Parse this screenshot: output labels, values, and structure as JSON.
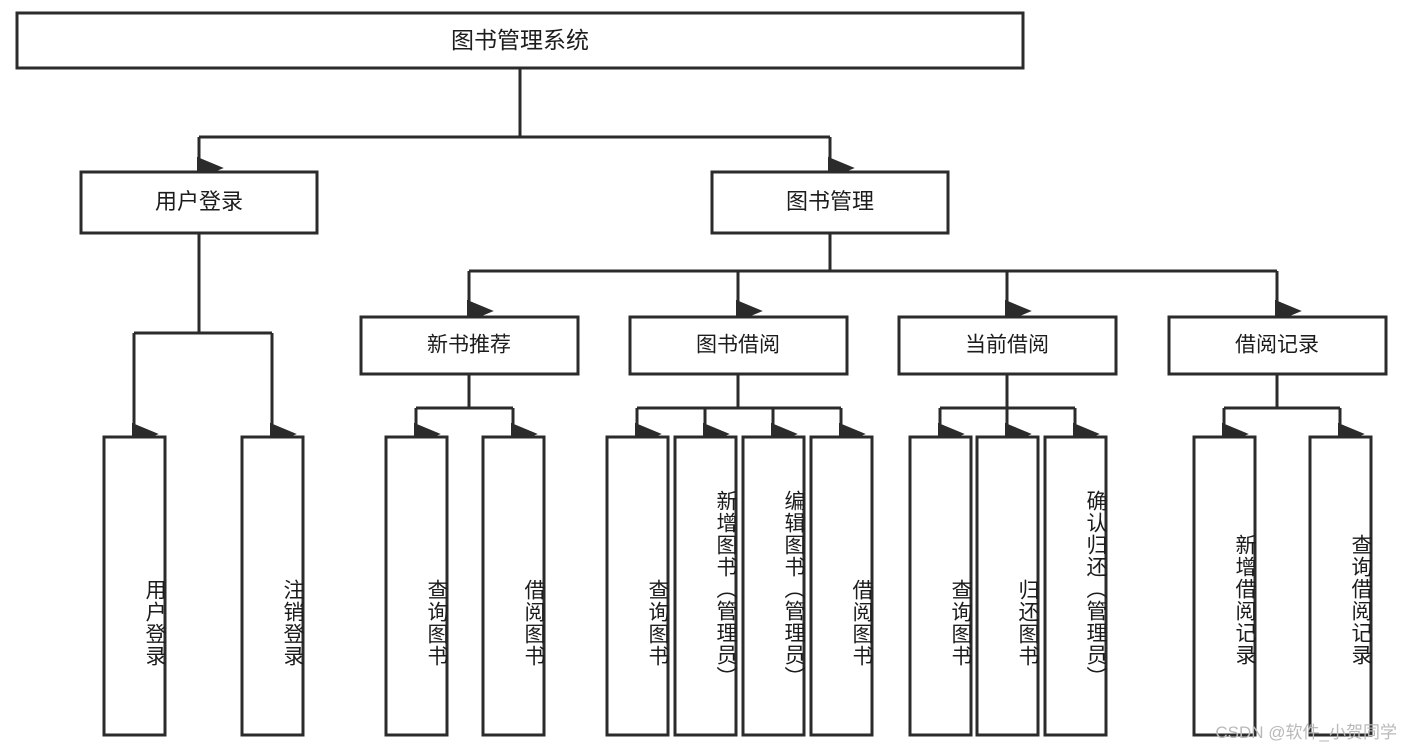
{
  "diagram": {
    "type": "tree-hierarchy-chart",
    "root": {
      "id": "root",
      "label": "图书管理系统"
    },
    "level2": [
      {
        "id": "user-login",
        "label": "用户登录"
      },
      {
        "id": "book-manage",
        "label": "图书管理"
      }
    ],
    "level3": [
      {
        "id": "new-book-recommend",
        "label": "新书推荐",
        "parent": "book-manage"
      },
      {
        "id": "book-borrow",
        "label": "图书借阅",
        "parent": "book-manage"
      },
      {
        "id": "current-borrow",
        "label": "当前借阅",
        "parent": "book-manage"
      },
      {
        "id": "borrow-record",
        "label": "借阅记录",
        "parent": "book-manage"
      }
    ],
    "leaves": [
      {
        "id": "leaf-user-login",
        "label": "用户登录",
        "parent": "user-login"
      },
      {
        "id": "leaf-logout",
        "label": "注销登录",
        "parent": "user-login"
      },
      {
        "id": "leaf-query-book-1",
        "label": "查询图书",
        "parent": "new-book-recommend"
      },
      {
        "id": "leaf-borrow-book-1",
        "label": "借阅图书",
        "parent": "new-book-recommend"
      },
      {
        "id": "leaf-query-book-2",
        "label": "查询图书",
        "parent": "book-borrow"
      },
      {
        "id": "leaf-add-book",
        "label": "新增图书（管理员）",
        "parent": "book-borrow"
      },
      {
        "id": "leaf-edit-book",
        "label": "编辑图书（管理员）",
        "parent": "book-borrow"
      },
      {
        "id": "leaf-borrow-book-2",
        "label": "借阅图书",
        "parent": "book-borrow"
      },
      {
        "id": "leaf-query-book-3",
        "label": "查询图书",
        "parent": "current-borrow"
      },
      {
        "id": "leaf-return-book",
        "label": "归还图书",
        "parent": "current-borrow"
      },
      {
        "id": "leaf-confirm-return",
        "label": "确认归还（管理员）",
        "parent": "current-borrow"
      },
      {
        "id": "leaf-add-record",
        "label": "新增借阅记录",
        "parent": "borrow-record"
      },
      {
        "id": "leaf-query-record",
        "label": "查询借阅记录",
        "parent": "borrow-record"
      }
    ],
    "colors": {
      "stroke": "#2b2b2b",
      "fill": "#ffffff",
      "text": "#1c1c1c",
      "watermark": "#b9b9b9"
    }
  },
  "watermark": {
    "text": "CSDN @软件_小贺同学"
  }
}
